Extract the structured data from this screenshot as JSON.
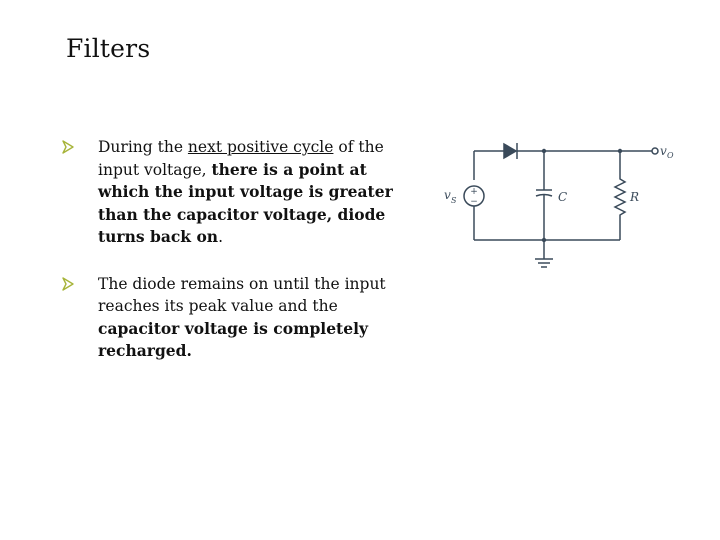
{
  "title": "Filters",
  "colors": {
    "bullet_arrow": "#a7b43a",
    "text": "#111111",
    "circuit": "#3a4a5a"
  },
  "bullets": [
    {
      "icon": "arrowhead-bullet-icon",
      "segments": [
        {
          "text": "During the ",
          "style": "normal"
        },
        {
          "text": "next positive cycle",
          "style": "underline"
        },
        {
          "text": " of the input voltage, ",
          "style": "normal"
        },
        {
          "text": "there is a point at which the input voltage is greater than the capacitor voltage, diode turns back on",
          "style": "bold"
        },
        {
          "text": ".",
          "style": "normal"
        }
      ]
    },
    {
      "icon": "arrowhead-bullet-icon",
      "segments": [
        {
          "text": "The diode remains on until the input reaches its peak value and the ",
          "style": "normal"
        },
        {
          "text": "capacitor voltage is completely recharged.",
          "style": "bold"
        }
      ]
    }
  ],
  "circuit": {
    "source_label": "v",
    "source_sub": "S",
    "source_plus": "+",
    "source_minus": "−",
    "capacitor_label": "C",
    "resistor_label": "R",
    "output_label": "v",
    "output_sub": "O"
  }
}
